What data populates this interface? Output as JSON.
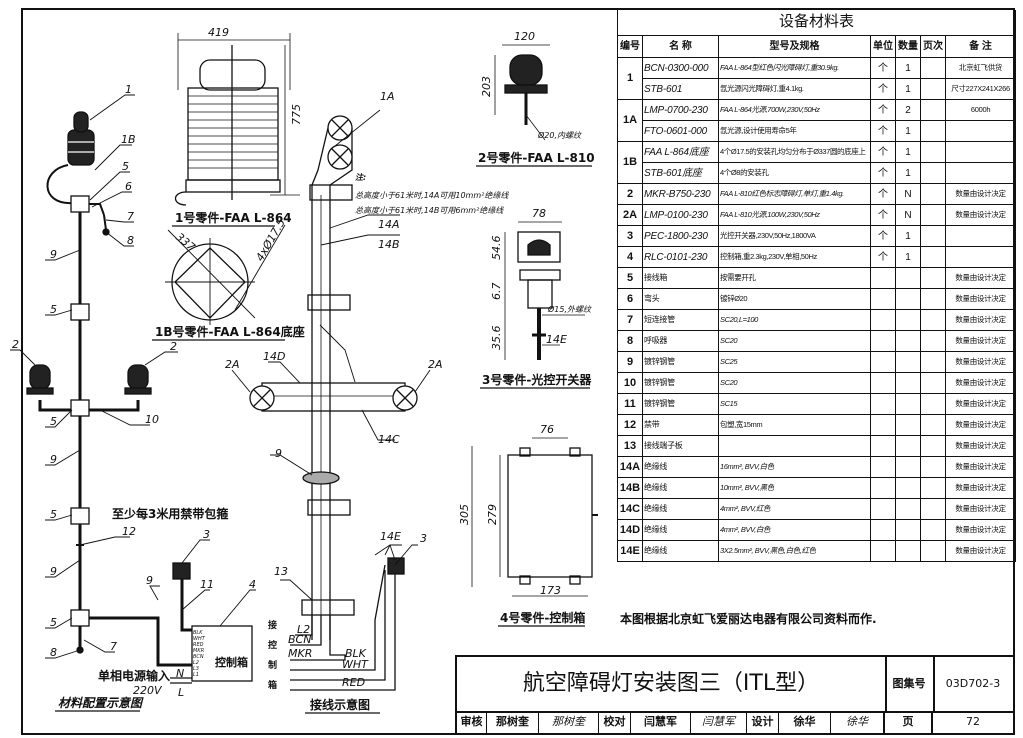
{
  "table": {
    "title": "设备材料表",
    "headers": [
      "编号",
      "名 称",
      "型号及规格",
      "单位",
      "数量",
      "页次",
      "备 注"
    ],
    "rows": [
      {
        "no": "1",
        "span": 2,
        "name": "BCN-0300-000",
        "spec": "FAA L-864型红色闪光障碍灯,重30.9kg.",
        "unit": "个",
        "qty": "1",
        "page": "",
        "note": "北京虹飞供货"
      },
      {
        "name": "STB-601",
        "spec": "氙光源闪光障碍灯,重4.1kg.",
        "unit": "个",
        "qty": "1",
        "page": "",
        "note": "尺寸227X241X266"
      },
      {
        "no": "1A",
        "span": 2,
        "name": "LMP-0700-230",
        "spec": "FAA L-864光源,700W,230V,50Hz",
        "unit": "个",
        "qty": "2",
        "page": "",
        "note": "6000h"
      },
      {
        "name": "FTO-0601-000",
        "spec": "氙光源,设计使用寿命5年",
        "unit": "个",
        "qty": "1",
        "page": "",
        "note": ""
      },
      {
        "no": "1B",
        "span": 2,
        "name": "FAA L-864底座",
        "spec": "4个Ø17.5的安装孔均匀分布于Ø337圆的底座上",
        "unit": "个",
        "qty": "1",
        "page": "",
        "note": ""
      },
      {
        "name": "STB-601底座",
        "spec": "4个Ø8的安装孔",
        "unit": "个",
        "qty": "1",
        "page": "",
        "note": ""
      },
      {
        "no": "2",
        "span": 1,
        "name": "MKR-B750-230",
        "spec": "FAA L-810红色标志障碍灯,单灯,重1.4kg.",
        "unit": "个",
        "qty": "N",
        "page": "",
        "note": "数量由设计决定"
      },
      {
        "no": "2A",
        "span": 1,
        "name": "LMP-0100-230",
        "spec": "FAA L-810光源,100W,230V,50Hz",
        "unit": "个",
        "qty": "N",
        "page": "",
        "note": "数量由设计决定"
      },
      {
        "no": "3",
        "span": 1,
        "name": "PEC-1800-230",
        "spec": "光控开关器,230V,50Hz,1800VA",
        "unit": "个",
        "qty": "1",
        "page": "",
        "note": ""
      },
      {
        "no": "4",
        "span": 1,
        "name": "RLC-0101-230",
        "spec": "控制箱,重2.3kg,230V,单相,50Hz",
        "unit": "个",
        "qty": "1",
        "page": "",
        "note": ""
      },
      {
        "no": "5",
        "span": 1,
        "name": "接线箱",
        "spec": "按需要开孔",
        "unit": "",
        "qty": "",
        "page": "",
        "note": "数量由设计决定"
      },
      {
        "no": "6",
        "span": 1,
        "name": "弯头",
        "spec": "镀锌Ø20",
        "unit": "",
        "qty": "",
        "page": "",
        "note": "数量由设计决定"
      },
      {
        "no": "7",
        "span": 1,
        "name": "短连接管",
        "spec": "SC20,L=100",
        "unit": "",
        "qty": "",
        "page": "",
        "note": "数量由设计决定"
      },
      {
        "no": "8",
        "span": 1,
        "name": "呼吸器",
        "spec": "SC20",
        "unit": "",
        "qty": "",
        "page": "",
        "note": "数量由设计决定"
      },
      {
        "no": "9",
        "span": 1,
        "name": "镀锌钢管",
        "spec": "SC25",
        "unit": "",
        "qty": "",
        "page": "",
        "note": "数量由设计决定"
      },
      {
        "no": "10",
        "span": 1,
        "name": "镀锌钢管",
        "spec": "SC20",
        "unit": "",
        "qty": "",
        "page": "",
        "note": "数量由设计决定"
      },
      {
        "no": "11",
        "span": 1,
        "name": "镀锌钢管",
        "spec": "SC15",
        "unit": "",
        "qty": "",
        "page": "",
        "note": "数量由设计决定"
      },
      {
        "no": "12",
        "span": 1,
        "name": "禁带",
        "spec": "包塑,宽15mm",
        "unit": "",
        "qty": "",
        "page": "",
        "note": "数量由设计决定"
      },
      {
        "no": "13",
        "span": 1,
        "name": "接线端子板",
        "spec": "",
        "unit": "",
        "qty": "",
        "page": "",
        "note": "数量由设计决定"
      },
      {
        "no": "14A",
        "span": 1,
        "name": "绝缘线",
        "spec": "16mm², BVV,白色",
        "unit": "",
        "qty": "",
        "page": "",
        "note": "数量由设计决定"
      },
      {
        "no": "14B",
        "span": 1,
        "name": "绝缘线",
        "spec": "10mm², BVV,黑色",
        "unit": "",
        "qty": "",
        "page": "",
        "note": "数量由设计决定"
      },
      {
        "no": "14C",
        "span": 1,
        "name": "绝缘线",
        "spec": "4mm², BVV,红色",
        "unit": "",
        "qty": "",
        "page": "",
        "note": "数量由设计决定"
      },
      {
        "no": "14D",
        "span": 1,
        "name": "绝缘线",
        "spec": "4mm², BVV,白色",
        "unit": "",
        "qty": "",
        "page": "",
        "note": "数量由设计决定"
      },
      {
        "no": "14E",
        "span": 1,
        "name": "绝缘线",
        "spec": "3X2.5mm², BVV,黑色,白色,红色",
        "unit": "",
        "qty": "",
        "page": "",
        "note": "数量由设计决定"
      }
    ]
  },
  "footnote": "本图根据北京虹飞爱丽达电器有限公司资料而作.",
  "title_block": {
    "title": "航空障碍灯安装图三（ITL型）",
    "atlas_label": "图集号",
    "atlas_no": "03D702-3",
    "review_label": "审核",
    "reviewer": "那树奎",
    "reviewer_sig": "那树奎",
    "check_label": "校对",
    "checker": "闫慧军",
    "checker_sig": "闫慧军",
    "design_label": "设计",
    "designer": "徐华",
    "designer_sig": "徐华",
    "page_label": "页",
    "page_no": "72"
  },
  "layout_diagram": {
    "caption": "材料配置示意图",
    "callouts": [
      "1",
      "1B",
      "5",
      "6",
      "7",
      "8",
      "9",
      "5",
      "2",
      "2",
      "5",
      "10",
      "9",
      "5",
      "12",
      "9",
      "3",
      "9",
      "11",
      "4",
      "5",
      "7",
      "8"
    ],
    "strap_note": "至少每3米用禁带包箍",
    "control_box": "控制箱",
    "terminals": [
      "BLK",
      "WHT",
      "RED",
      "MKR",
      "BCN",
      "L2",
      "L3",
      "L1"
    ],
    "power_input": "单相电源输入",
    "voltage": "220V",
    "n": "N",
    "l": "L"
  },
  "part1": {
    "caption": "1号零件-FAA L-864",
    "width": "419",
    "height": "775"
  },
  "part1b": {
    "caption": "1B号零件-FAA L-864底座",
    "dia": "337",
    "holes": "4xØ17.5"
  },
  "part2": {
    "caption": "2号零件-FAA L-810",
    "width": "120",
    "height": "203",
    "thread": "Ø20,内螺纹"
  },
  "part3": {
    "caption": "3号零件-光控开关器",
    "width": "78",
    "d1": "54.6",
    "d2": "6.7",
    "d3": "35.6",
    "thread": "Ø15,外螺纹",
    "wire": "14E"
  },
  "part4": {
    "caption": "4号零件-控制箱",
    "top": "76",
    "h1": "305",
    "h2": "279",
    "bottom": "173"
  },
  "wiring_diagram": {
    "caption": "接线示意图",
    "callouts": [
      "1A",
      "14A",
      "14B",
      "2A",
      "14D",
      "2A",
      "14C",
      "9",
      "13",
      "14E",
      "3"
    ],
    "note_title": "注:",
    "note1": "总高度小于61米时,14A可用10mm²绝缘线",
    "note2": "总高度小于61米时,14B可用6mm²绝缘线",
    "terminals": [
      "L2",
      "BCN",
      "MKR",
      "BLK",
      "WHT",
      "RED"
    ],
    "to_box": [
      "接",
      "控",
      "制",
      "箱"
    ]
  }
}
